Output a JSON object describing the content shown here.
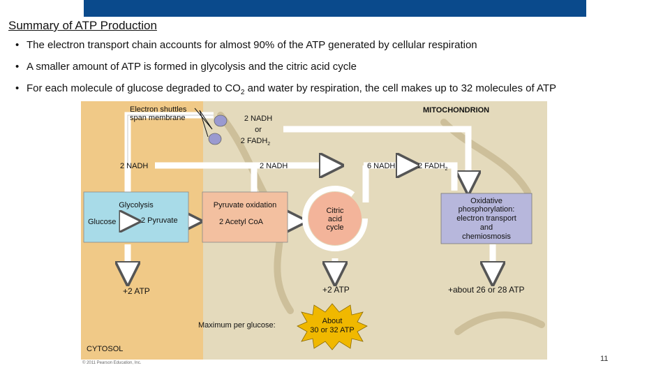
{
  "slide": {
    "title": "Summary of ATP Production",
    "bullets": [
      {
        "pre": "The electron transport chain accounts for almost 90% of the ATP generated by cellular respiration",
        "sub": "",
        "post": ""
      },
      {
        "pre": "A smaller amount of ATP is formed in glycolysis and the citric acid cycle",
        "sub": "",
        "post": ""
      },
      {
        "pre": "For each molecule of glucose degraded to CO",
        "sub": "2",
        "post": " and water by respiration, the cell makes up to 32 molecules of ATP"
      }
    ],
    "bullet_glyph": "•",
    "page_number": "11"
  },
  "figure": {
    "electron_shuttles": "Electron shuttles span membrane",
    "mitochondrion": "MITOCHONDRION",
    "shuttle_box": {
      "nadh": "2 NADH",
      "or": "or",
      "fadh": "2 FADH",
      "fadh_sub": "2"
    },
    "nadh_left": "2 NADH",
    "nadh_mid": "2 NADH",
    "nadh_right": "6 NADH",
    "fadh_right": "2 FADH",
    "fadh_right_sub": "2",
    "glycolysis": {
      "title": "Glycolysis",
      "glucose": "Glucose",
      "pyruvate": "2 Pyruvate"
    },
    "pyruvate_oxidation": {
      "title": "Pyruvate oxidation",
      "product": "2 Acetyl CoA"
    },
    "citric_acid": {
      "line1": "Citric",
      "line2": "acid",
      "line3": "cycle"
    },
    "oxphos": {
      "lines": [
        "Oxidative",
        "phosphorylation:",
        "electron transport",
        "and",
        "chemiosmosis"
      ]
    },
    "atp_glycolysis": "+2 ATP",
    "atp_citric": "+2 ATP",
    "atp_oxphos": "+about 26 or 28 ATP",
    "max_label": "Maximum per glucose:",
    "max_burst": {
      "line1": "About",
      "line2": "30 or 32 ATP"
    },
    "cytosol": "CYTOSOL",
    "copyright": "© 2011 Pearson Education, Inc.",
    "colors": {
      "background": "#f0c987",
      "mitochondrion": "#e2dcc2",
      "glycolysis_box": "#a8dbe8",
      "pyruvate_box": "#f3c0a0",
      "citric_cycle": "#f3b49a",
      "oxphos_box": "#b7b7dc",
      "burst": "#f0b800",
      "shuttle": "#9a9ad0"
    }
  }
}
